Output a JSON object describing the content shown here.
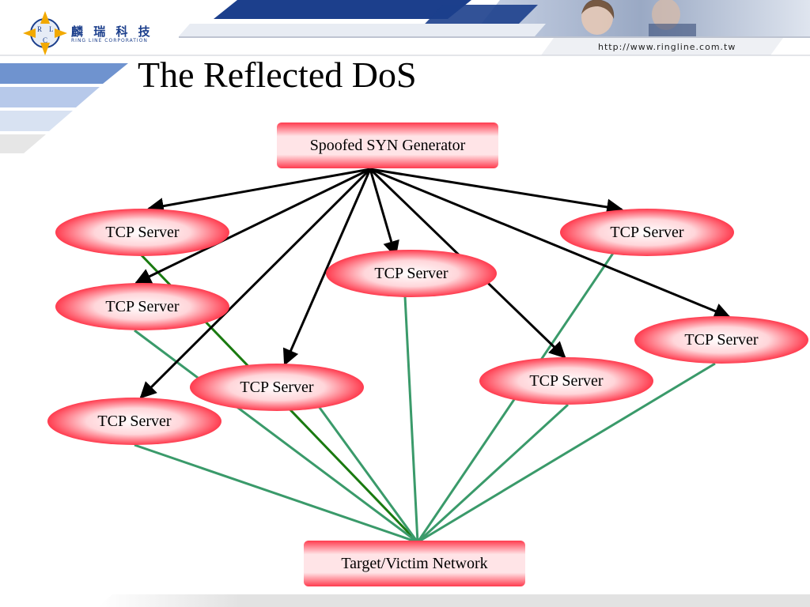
{
  "header": {
    "url": "http://www.ringline.com.tw",
    "logo": {
      "company_cn": "麟 瑞 科 技",
      "company_en": "RING LINE CORPORATION",
      "emblem_letters": [
        "R",
        "L",
        "C"
      ]
    }
  },
  "slide": {
    "title": "The Reflected DoS"
  },
  "diagram": {
    "source": {
      "id": "generator",
      "label": "Spoofed SYN Generator"
    },
    "target": {
      "id": "victim",
      "label": "Target/Victim Network"
    },
    "servers": [
      {
        "id": "s1",
        "label": "TCP Server"
      },
      {
        "id": "s2",
        "label": "TCP Server"
      },
      {
        "id": "s3",
        "label": "TCP Server"
      },
      {
        "id": "s4",
        "label": "TCP Server"
      },
      {
        "id": "s5",
        "label": "TCP Server"
      },
      {
        "id": "s6",
        "label": "TCP Server"
      },
      {
        "id": "s7",
        "label": "TCP Server"
      },
      {
        "id": "s8",
        "label": "TCP Server"
      }
    ],
    "edges": [
      {
        "from": "generator",
        "to": "s1",
        "kind": "syn"
      },
      {
        "from": "generator",
        "to": "s2",
        "kind": "syn"
      },
      {
        "from": "generator",
        "to": "s3",
        "kind": "syn"
      },
      {
        "from": "generator",
        "to": "s4",
        "kind": "syn"
      },
      {
        "from": "generator",
        "to": "s5",
        "kind": "syn"
      },
      {
        "from": "generator",
        "to": "s6",
        "kind": "syn"
      },
      {
        "from": "generator",
        "to": "s7",
        "kind": "syn"
      },
      {
        "from": "generator",
        "to": "s8",
        "kind": "syn"
      },
      {
        "from": "s1",
        "to": "victim",
        "kind": "reflect-highlight"
      },
      {
        "from": "s2",
        "to": "victim",
        "kind": "reflect"
      },
      {
        "from": "s3",
        "to": "victim",
        "kind": "reflect"
      },
      {
        "from": "s4",
        "to": "victim",
        "kind": "reflect"
      },
      {
        "from": "s5",
        "to": "victim",
        "kind": "reflect"
      },
      {
        "from": "s6",
        "to": "victim",
        "kind": "reflect"
      },
      {
        "from": "s7",
        "to": "victim",
        "kind": "reflect"
      },
      {
        "from": "s8",
        "to": "victim",
        "kind": "reflect"
      }
    ],
    "colors": {
      "node_fill": "#ff3b4e",
      "node_fill_light": "#ffffff",
      "syn_arrow": "#000000",
      "reflect_line": "#3a9a6a",
      "reflect_highlight": "#1a7a10"
    }
  },
  "theme": {
    "banner_dark_blue": "#1c3f8c",
    "banner_light_blue": "#6f93cf",
    "banner_pale_blue": "#b7c9ea",
    "banner_gray": "#e2e2e2"
  }
}
